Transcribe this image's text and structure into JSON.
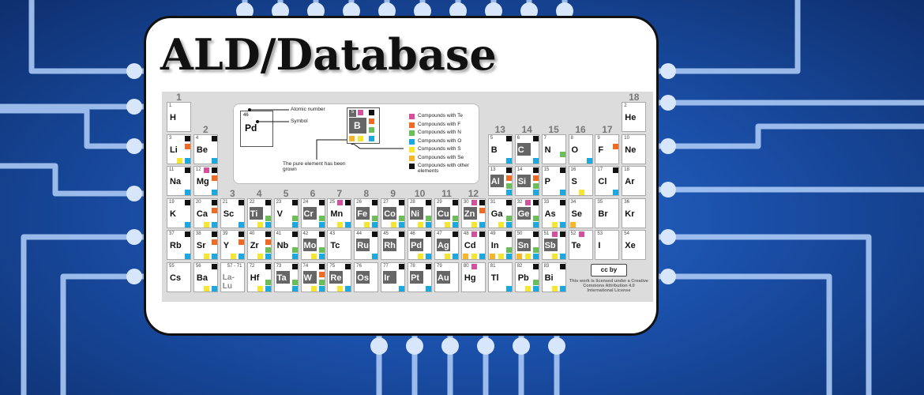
{
  "title": "ALD/Database",
  "colors": {
    "Te": "#d64f9f",
    "F": "#f06a22",
    "N": "#6bbf59",
    "O": "#1aa8e0",
    "S": "#f4e631",
    "Se": "#f7b52a",
    "other": "#111111",
    "grown": "#666666"
  },
  "group_numbers": [
    "1",
    "2",
    "3",
    "4",
    "5",
    "6",
    "7",
    "8",
    "9",
    "10",
    "11",
    "12",
    "13",
    "14",
    "15",
    "16",
    "17",
    "18"
  ],
  "legend": {
    "atomic_number_label": "Atomic number",
    "symbol_label": "Symbol",
    "example_number": "46",
    "example_symbol": "Pd",
    "grown_example_number": "5",
    "grown_example_symbol": "B",
    "grown_label": "The pure element has been grown",
    "entries": [
      {
        "key": "Te",
        "label": "Compounds with Te"
      },
      {
        "key": "F",
        "label": "Compounds with F"
      },
      {
        "key": "N",
        "label": "Compounds with N"
      },
      {
        "key": "O",
        "label": "Compounds with O"
      },
      {
        "key": "S",
        "label": "Compounds with S"
      },
      {
        "key": "Se",
        "label": "Compounds with Se"
      },
      {
        "key": "other",
        "label": "Compounds with other elements"
      }
    ]
  },
  "license": "This work is licensed under a Creative Commons Attribution 4.0 International License",
  "cc_badge": "cc by",
  "elements": [
    {
      "n": "1",
      "s": "H",
      "g": 1,
      "p": 1,
      "grown": false,
      "c": []
    },
    {
      "n": "2",
      "s": "He",
      "g": 18,
      "p": 1,
      "grown": false,
      "c": []
    },
    {
      "n": "3",
      "s": "Li",
      "g": 1,
      "p": 2,
      "grown": false,
      "c": [
        "other",
        "F",
        "S",
        "O"
      ]
    },
    {
      "n": "4",
      "s": "Be",
      "g": 2,
      "p": 2,
      "grown": false,
      "c": [
        "other",
        "O"
      ]
    },
    {
      "n": "5",
      "s": "B",
      "g": 13,
      "p": 2,
      "grown": false,
      "c": [
        "other",
        "O"
      ]
    },
    {
      "n": "6",
      "s": "C",
      "g": 14,
      "p": 2,
      "grown": true,
      "c": [
        "other",
        "O"
      ]
    },
    {
      "n": "7",
      "s": "N",
      "g": 15,
      "p": 2,
      "grown": false,
      "c": [
        "N"
      ]
    },
    {
      "n": "8",
      "s": "O",
      "g": 16,
      "p": 2,
      "grown": false,
      "c": [
        "O"
      ]
    },
    {
      "n": "9",
      "s": "F",
      "g": 17,
      "p": 2,
      "grown": false,
      "c": [
        "F"
      ]
    },
    {
      "n": "10",
      "s": "Ne",
      "g": 18,
      "p": 2,
      "grown": false,
      "c": []
    },
    {
      "n": "11",
      "s": "Na",
      "g": 1,
      "p": 3,
      "grown": false,
      "c": [
        "other",
        "O"
      ]
    },
    {
      "n": "12",
      "s": "Mg",
      "g": 2,
      "p": 3,
      "grown": false,
      "c": [
        "Te",
        "other",
        "F",
        "O"
      ]
    },
    {
      "n": "13",
      "s": "Al",
      "g": 13,
      "p": 3,
      "grown": true,
      "c": [
        "other",
        "F",
        "N",
        "O"
      ]
    },
    {
      "n": "14",
      "s": "Si",
      "g": 14,
      "p": 3,
      "grown": true,
      "c": [
        "other",
        "F",
        "N",
        "O"
      ]
    },
    {
      "n": "15",
      "s": "P",
      "g": 15,
      "p": 3,
      "grown": false,
      "c": [
        "other",
        "O"
      ]
    },
    {
      "n": "16",
      "s": "S",
      "g": 16,
      "p": 3,
      "grown": false,
      "c": [
        "S"
      ]
    },
    {
      "n": "17",
      "s": "Cl",
      "g": 17,
      "p": 3,
      "grown": false,
      "c": [
        "other",
        "O"
      ]
    },
    {
      "n": "18",
      "s": "Ar",
      "g": 18,
      "p": 3,
      "grown": false,
      "c": []
    },
    {
      "n": "19",
      "s": "K",
      "g": 1,
      "p": 4,
      "grown": false,
      "c": [
        "other",
        "O"
      ]
    },
    {
      "n": "20",
      "s": "Ca",
      "g": 2,
      "p": 4,
      "grown": false,
      "c": [
        "other",
        "F",
        "S",
        "O"
      ]
    },
    {
      "n": "21",
      "s": "Sc",
      "g": 3,
      "p": 4,
      "grown": false,
      "c": [
        "other",
        "O"
      ]
    },
    {
      "n": "22",
      "s": "Ti",
      "g": 4,
      "p": 4,
      "grown": true,
      "c": [
        "other",
        "N",
        "S",
        "O"
      ]
    },
    {
      "n": "23",
      "s": "V",
      "g": 5,
      "p": 4,
      "grown": false,
      "c": [
        "other",
        "N",
        "O"
      ]
    },
    {
      "n": "24",
      "s": "Cr",
      "g": 6,
      "p": 4,
      "grown": true,
      "c": [
        "other",
        "N",
        "O"
      ]
    },
    {
      "n": "25",
      "s": "Mn",
      "g": 7,
      "p": 4,
      "grown": false,
      "c": [
        "Te",
        "other",
        "S",
        "O"
      ]
    },
    {
      "n": "26",
      "s": "Fe",
      "g": 8,
      "p": 4,
      "grown": true,
      "c": [
        "other",
        "N",
        "S",
        "O"
      ]
    },
    {
      "n": "27",
      "s": "Co",
      "g": 9,
      "p": 4,
      "grown": true,
      "c": [
        "other",
        "N",
        "S",
        "O"
      ]
    },
    {
      "n": "28",
      "s": "Ni",
      "g": 10,
      "p": 4,
      "grown": true,
      "c": [
        "other",
        "N",
        "S",
        "O"
      ]
    },
    {
      "n": "29",
      "s": "Cu",
      "g": 11,
      "p": 4,
      "grown": true,
      "c": [
        "other",
        "N",
        "S",
        "O"
      ]
    },
    {
      "n": "30",
      "s": "Zn",
      "g": 12,
      "p": 4,
      "grown": true,
      "c": [
        "Te",
        "other",
        "F",
        "S",
        "O"
      ]
    },
    {
      "n": "31",
      "s": "Ga",
      "g": 13,
      "p": 4,
      "grown": false,
      "c": [
        "other",
        "N",
        "S",
        "O"
      ]
    },
    {
      "n": "32",
      "s": "Ge",
      "g": 14,
      "p": 4,
      "grown": true,
      "c": [
        "Te",
        "other",
        "N",
        "O"
      ]
    },
    {
      "n": "33",
      "s": "As",
      "g": 15,
      "p": 4,
      "grown": false,
      "c": [
        "other",
        "S",
        "O"
      ]
    },
    {
      "n": "34",
      "s": "Se",
      "g": 16,
      "p": 4,
      "grown": false,
      "c": [
        "Se"
      ]
    },
    {
      "n": "35",
      "s": "Br",
      "g": 17,
      "p": 4,
      "grown": false,
      "c": []
    },
    {
      "n": "36",
      "s": "Kr",
      "g": 18,
      "p": 4,
      "grown": false,
      "c": []
    },
    {
      "n": "37",
      "s": "Rb",
      "g": 1,
      "p": 5,
      "grown": false,
      "c": [
        "other",
        "O"
      ]
    },
    {
      "n": "38",
      "s": "Sr",
      "g": 2,
      "p": 5,
      "grown": false,
      "c": [
        "other",
        "F",
        "S",
        "O"
      ]
    },
    {
      "n": "39",
      "s": "Y",
      "g": 3,
      "p": 5,
      "grown": false,
      "c": [
        "other",
        "F",
        "S",
        "O"
      ]
    },
    {
      "n": "40",
      "s": "Zr",
      "g": 4,
      "p": 5,
      "grown": false,
      "c": [
        "other",
        "F",
        "N",
        "S",
        "O"
      ]
    },
    {
      "n": "41",
      "s": "Nb",
      "g": 5,
      "p": 5,
      "grown": false,
      "c": [
        "other",
        "N",
        "O"
      ]
    },
    {
      "n": "42",
      "s": "Mo",
      "g": 6,
      "p": 5,
      "grown": true,
      "c": [
        "other",
        "N",
        "S",
        "O"
      ]
    },
    {
      "n": "43",
      "s": "Tc",
      "g": 7,
      "p": 5,
      "grown": false,
      "c": []
    },
    {
      "n": "44",
      "s": "Ru",
      "g": 8,
      "p": 5,
      "grown": true,
      "c": [
        "other",
        "O"
      ]
    },
    {
      "n": "45",
      "s": "Rh",
      "g": 9,
      "p": 5,
      "grown": true,
      "c": [
        "other"
      ]
    },
    {
      "n": "46",
      "s": "Pd",
      "g": 10,
      "p": 5,
      "grown": true,
      "c": [
        "other",
        "S",
        "O"
      ]
    },
    {
      "n": "47",
      "s": "Ag",
      "g": 11,
      "p": 5,
      "grown": true,
      "c": [
        "other",
        "S",
        "O"
      ]
    },
    {
      "n": "48",
      "s": "Cd",
      "g": 12,
      "p": 5,
      "grown": false,
      "c": [
        "Te",
        "other",
        "S",
        "Se",
        "O"
      ]
    },
    {
      "n": "49",
      "s": "In",
      "g": 13,
      "p": 5,
      "grown": false,
      "c": [
        "other",
        "N",
        "S",
        "Se",
        "O"
      ]
    },
    {
      "n": "50",
      "s": "Sn",
      "g": 14,
      "p": 5,
      "grown": true,
      "c": [
        "other",
        "N",
        "S",
        "Se",
        "O"
      ]
    },
    {
      "n": "51",
      "s": "Sb",
      "g": 15,
      "p": 5,
      "grown": true,
      "c": [
        "Te",
        "other",
        "S",
        "O"
      ]
    },
    {
      "n": "52",
      "s": "Te",
      "g": 16,
      "p": 5,
      "grown": false,
      "c": [
        "Te"
      ]
    },
    {
      "n": "53",
      "s": "I",
      "g": 17,
      "p": 5,
      "grown": false,
      "c": []
    },
    {
      "n": "54",
      "s": "Xe",
      "g": 18,
      "p": 5,
      "grown": false,
      "c": []
    },
    {
      "n": "55",
      "s": "Cs",
      "g": 1,
      "p": 6,
      "grown": false,
      "c": []
    },
    {
      "n": "56",
      "s": "Ba",
      "g": 2,
      "p": 6,
      "grown": false,
      "c": [
        "other",
        "S",
        "O"
      ]
    },
    {
      "n": "57 - 71",
      "s": "La-Lu",
      "g": 3,
      "p": 6,
      "grown": false,
      "range": true,
      "c": []
    },
    {
      "n": "72",
      "s": "Hf",
      "g": 4,
      "p": 6,
      "grown": false,
      "c": [
        "other",
        "N",
        "S",
        "O"
      ]
    },
    {
      "n": "73",
      "s": "Ta",
      "g": 5,
      "p": 6,
      "grown": true,
      "c": [
        "other",
        "N",
        "O"
      ]
    },
    {
      "n": "74",
      "s": "W",
      "g": 6,
      "p": 6,
      "grown": true,
      "c": [
        "other",
        "F",
        "N",
        "S",
        "O"
      ]
    },
    {
      "n": "75",
      "s": "Re",
      "g": 7,
      "p": 6,
      "grown": true,
      "c": [
        "other",
        "S",
        "O"
      ]
    },
    {
      "n": "76",
      "s": "Os",
      "g": 8,
      "p": 6,
      "grown": true,
      "c": []
    },
    {
      "n": "77",
      "s": "Ir",
      "g": 9,
      "p": 6,
      "grown": true,
      "c": [
        "other",
        "O"
      ]
    },
    {
      "n": "78",
      "s": "Pt",
      "g": 10,
      "p": 6,
      "grown": true,
      "c": [
        "other",
        "O"
      ]
    },
    {
      "n": "79",
      "s": "Au",
      "g": 11,
      "p": 6,
      "grown": true,
      "c": []
    },
    {
      "n": "80",
      "s": "Hg",
      "g": 12,
      "p": 6,
      "grown": false,
      "c": [
        "Te"
      ]
    },
    {
      "n": "81",
      "s": "Tl",
      "g": 13,
      "p": 6,
      "grown": false,
      "c": [
        "O"
      ]
    },
    {
      "n": "82",
      "s": "Pb",
      "g": 14,
      "p": 6,
      "grown": false,
      "c": [
        "other",
        "N",
        "S",
        "O"
      ]
    },
    {
      "n": "83",
      "s": "Bi",
      "g": 15,
      "p": 6,
      "grown": false,
      "c": [
        "other",
        "S",
        "O"
      ]
    }
  ]
}
